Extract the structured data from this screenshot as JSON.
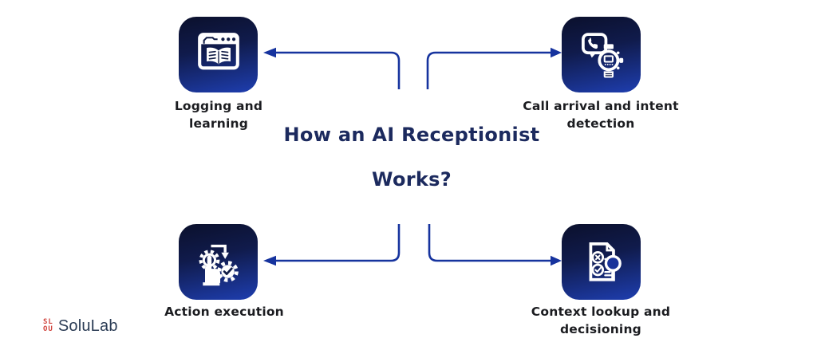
{
  "title": {
    "line1": "How an AI Receptionist",
    "line2": "Works?"
  },
  "nodes": [
    {
      "id": "logging-and-learning",
      "label": "Logging and learning",
      "icon": "browser-open-book-icon",
      "position": "top-left"
    },
    {
      "id": "call-arrival-intent-detection",
      "label": "Call arrival and intent detection",
      "icon": "phone-call-smartwatch-icon",
      "position": "top-right"
    },
    {
      "id": "action-execution",
      "label": "Action execution",
      "icon": "hand-gear-check-icon",
      "position": "bottom-left"
    },
    {
      "id": "context-lookup-decisioning",
      "label": "Context lookup and decisioning",
      "icon": "document-checklist-magnifier-icon",
      "position": "bottom-right"
    }
  ],
  "connectors": [
    {
      "from": "center",
      "to": "logging-and-learning",
      "direction": "left"
    },
    {
      "from": "center",
      "to": "call-arrival-intent-detection",
      "direction": "right"
    },
    {
      "from": "center",
      "to": "action-execution",
      "direction": "left"
    },
    {
      "from": "center",
      "to": "context-lookup-decisioning",
      "direction": "right"
    }
  ],
  "logo": {
    "text": "SoluLab",
    "mark_line1": "SL",
    "mark_line2": "OU"
  },
  "colors": {
    "background": "#ffffff",
    "node_gradient_start": "#0b102c",
    "node_gradient_end": "#1e3eb0",
    "arrow": "#16339e",
    "title_text": "#1c2a5e",
    "label_text": "#1b1c20",
    "icon_stroke": "#ffffff",
    "icon_detail": "#101b45",
    "logo_text": "#2b3c55",
    "logo_mark": "#d0433c"
  }
}
